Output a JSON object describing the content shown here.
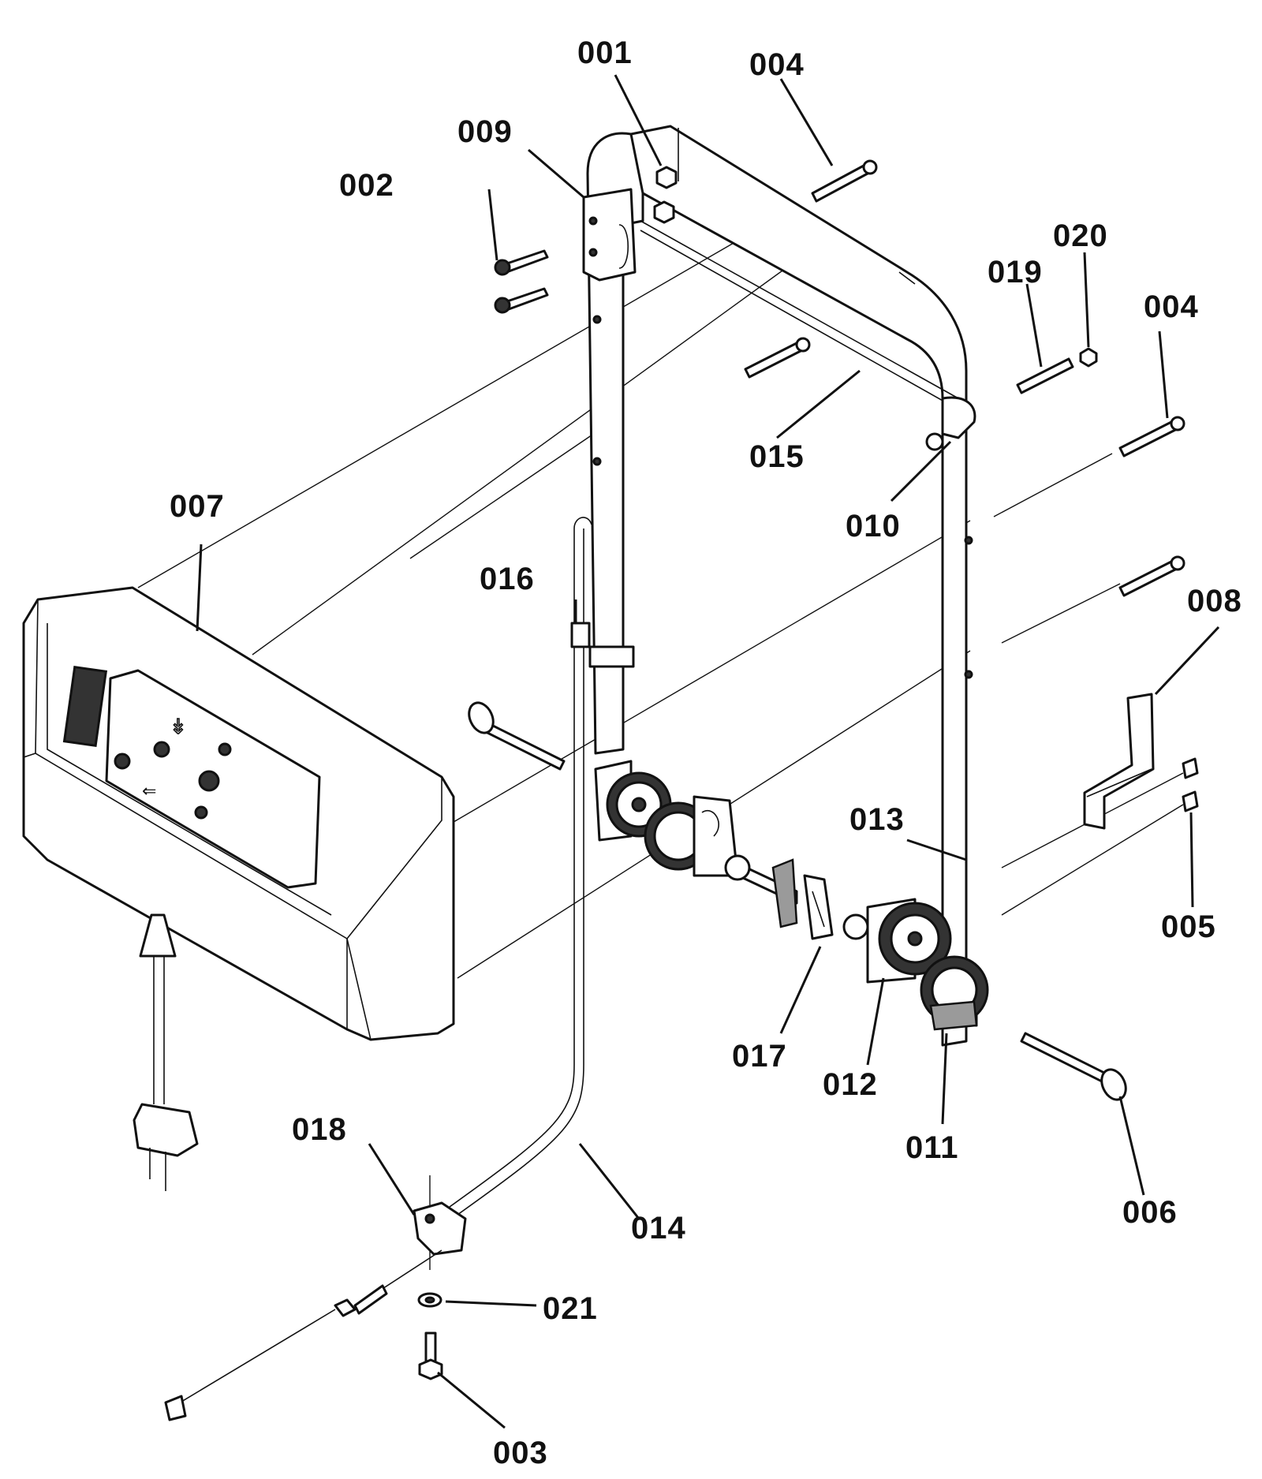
{
  "diagram": {
    "callouts": [
      {
        "id": "001",
        "text": "001"
      },
      {
        "id": "002",
        "text": "002"
      },
      {
        "id": "003",
        "text": "003"
      },
      {
        "id": "004a",
        "text": "004"
      },
      {
        "id": "004b",
        "text": "004"
      },
      {
        "id": "005",
        "text": "005"
      },
      {
        "id": "006",
        "text": "006"
      },
      {
        "id": "007",
        "text": "007"
      },
      {
        "id": "008",
        "text": "008"
      },
      {
        "id": "009",
        "text": "009"
      },
      {
        "id": "010",
        "text": "010"
      },
      {
        "id": "011",
        "text": "011"
      },
      {
        "id": "012",
        "text": "012"
      },
      {
        "id": "013",
        "text": "013"
      },
      {
        "id": "014",
        "text": "014"
      },
      {
        "id": "015",
        "text": "015"
      },
      {
        "id": "016",
        "text": "016"
      },
      {
        "id": "017",
        "text": "017"
      },
      {
        "id": "018",
        "text": "018"
      },
      {
        "id": "019",
        "text": "019"
      },
      {
        "id": "020",
        "text": "020"
      },
      {
        "id": "021",
        "text": "021"
      }
    ],
    "colors": {
      "ink": "#111111",
      "background": "#ffffff",
      "fill_dark": "#333333"
    }
  }
}
